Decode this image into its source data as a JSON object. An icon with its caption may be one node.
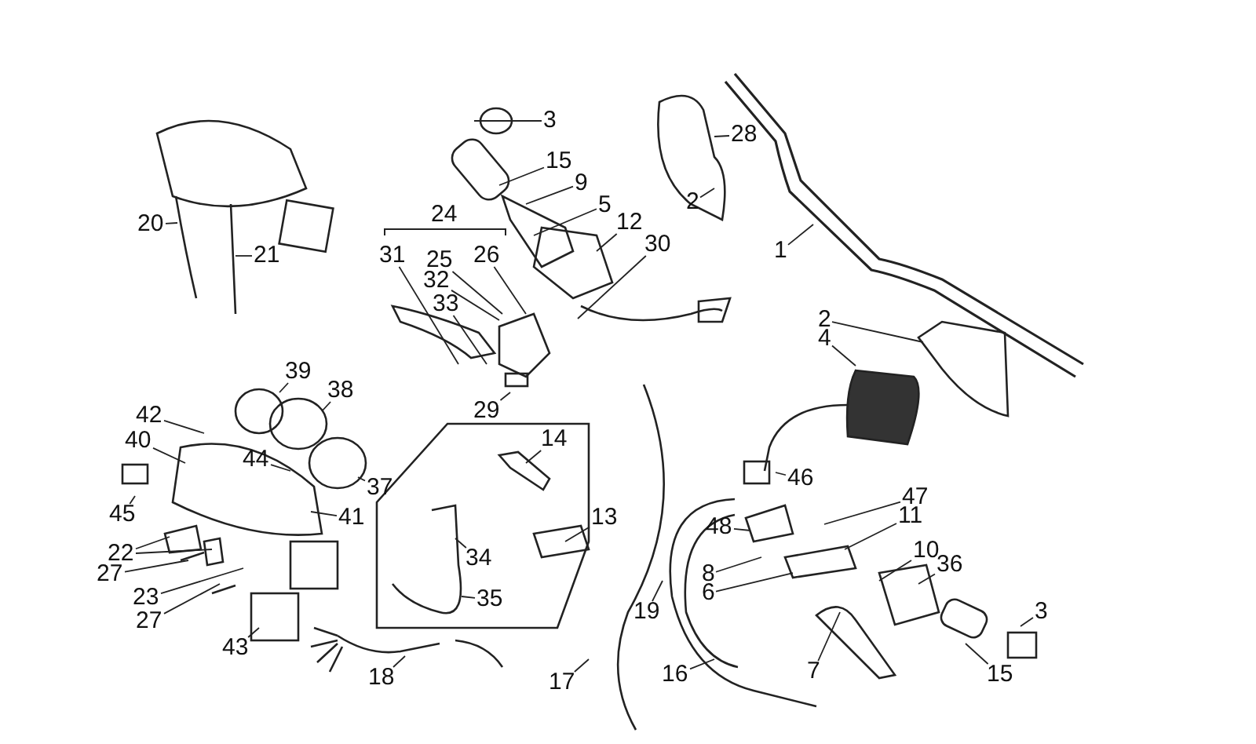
{
  "diagram": {
    "nodes": [
      {
        "text": [
          "3"
        ]
      },
      {
        "text": [
          "15"
        ]
      },
      {
        "text": [
          "9"
        ]
      },
      {
        "text": [
          "5"
        ]
      },
      {
        "text": [
          "12"
        ]
      },
      {
        "text": [
          "30"
        ]
      },
      {
        "text": [
          "24"
        ]
      },
      {
        "text": [
          "31"
        ]
      },
      {
        "text": [
          "25"
        ]
      },
      {
        "text": [
          "32"
        ]
      },
      {
        "text": [
          "33"
        ]
      },
      {
        "text": [
          "26"
        ]
      },
      {
        "text": [
          "29"
        ]
      },
      {
        "text": [
          "28"
        ]
      },
      {
        "text": [
          "2"
        ]
      },
      {
        "text": [
          "1"
        ]
      },
      {
        "text": [
          "2"
        ]
      },
      {
        "text": [
          "4"
        ]
      },
      {
        "text": [
          "20"
        ]
      },
      {
        "text": [
          "21"
        ]
      },
      {
        "text": [
          "39"
        ]
      },
      {
        "text": [
          "38"
        ]
      },
      {
        "text": [
          "42"
        ]
      },
      {
        "text": [
          "40"
        ]
      },
      {
        "text": [
          "44"
        ]
      },
      {
        "text": [
          "37"
        ]
      },
      {
        "text": [
          "41"
        ]
      },
      {
        "text": [
          "45"
        ]
      },
      {
        "text": [
          "22"
        ]
      },
      {
        "text": [
          "27"
        ]
      },
      {
        "text": [
          "23"
        ]
      },
      {
        "text": [
          "27"
        ]
      },
      {
        "text": [
          "43"
        ]
      },
      {
        "text": [
          "14"
        ]
      },
      {
        "text": [
          "13"
        ]
      },
      {
        "text": [
          "34"
        ]
      },
      {
        "text": [
          "35"
        ]
      },
      {
        "text": [
          "18"
        ]
      },
      {
        "text": [
          "17"
        ]
      },
      {
        "text": [
          "19"
        ]
      },
      {
        "text": [
          "16"
        ]
      },
      {
        "text": [
          "46"
        ]
      },
      {
        "text": [
          "47"
        ]
      },
      {
        "text": [
          "11"
        ]
      },
      {
        "text": [
          "48"
        ]
      },
      {
        "text": [
          "8"
        ]
      },
      {
        "text": [
          "6"
        ]
      },
      {
        "text": [
          "10"
        ]
      },
      {
        "text": [
          "36"
        ]
      },
      {
        "text": [
          "7"
        ]
      },
      {
        "text": [
          "15"
        ]
      },
      {
        "text": [
          "3"
        ]
      }
    ],
    "edges": [
      {
        "from": 0,
        "to": null,
        "arrow": "none"
      },
      {
        "from": 1,
        "to": null,
        "arrow": "none"
      },
      {
        "from": 2,
        "to": null,
        "arrow": "none"
      },
      {
        "from": 3,
        "to": null,
        "arrow": "none"
      },
      {
        "from": 4,
        "to": null,
        "arrow": "none"
      },
      {
        "from": 5,
        "to": null,
        "arrow": "none"
      },
      {
        "from": 7,
        "to": null,
        "arrow": "none"
      },
      {
        "from": 8,
        "to": null,
        "arrow": "none"
      },
      {
        "from": 9,
        "to": null,
        "arrow": "none"
      },
      {
        "from": 10,
        "to": null,
        "arrow": "none"
      },
      {
        "from": 11,
        "to": null,
        "arrow": "none"
      },
      {
        "from": 12,
        "to": null,
        "arrow": "none"
      },
      {
        "from": 13,
        "to": null,
        "arrow": "none"
      },
      {
        "from": 14,
        "to": null,
        "arrow": "none"
      },
      {
        "from": 15,
        "to": null,
        "arrow": "none"
      },
      {
        "from": 16,
        "to": null,
        "arrow": "none"
      },
      {
        "from": 17,
        "to": null,
        "arrow": "none"
      },
      {
        "from": 18,
        "to": null,
        "arrow": "none"
      },
      {
        "from": 19,
        "to": null,
        "arrow": "none"
      },
      {
        "from": 20,
        "to": null,
        "arrow": "none"
      },
      {
        "from": 21,
        "to": null,
        "arrow": "none"
      },
      {
        "from": 22,
        "to": null,
        "arrow": "none"
      },
      {
        "from": 23,
        "to": null,
        "arrow": "none"
      },
      {
        "from": 24,
        "to": null,
        "arrow": "none"
      },
      {
        "from": 25,
        "to": null,
        "arrow": "none"
      },
      {
        "from": 26,
        "to": null,
        "arrow": "none"
      },
      {
        "from": 27,
        "to": null,
        "arrow": "none"
      },
      {
        "from": 28,
        "to": null,
        "arrow": "none"
      },
      {
        "from": 28,
        "to": null,
        "arrow": "none"
      },
      {
        "from": 29,
        "to": null,
        "arrow": "none"
      },
      {
        "from": 30,
        "to": null,
        "arrow": "none"
      },
      {
        "from": 31,
        "to": null,
        "arrow": "none"
      },
      {
        "from": 32,
        "to": null,
        "arrow": "none"
      },
      {
        "from": 33,
        "to": null,
        "arrow": "none"
      },
      {
        "from": 34,
        "to": null,
        "arrow": "none"
      },
      {
        "from": 35,
        "to": null,
        "arrow": "none"
      },
      {
        "from": 36,
        "to": null,
        "arrow": "none"
      },
      {
        "from": 37,
        "to": null,
        "arrow": "none"
      },
      {
        "from": 38,
        "to": null,
        "arrow": "none"
      },
      {
        "from": 39,
        "to": null,
        "arrow": "none"
      },
      {
        "from": 40,
        "to": null,
        "arrow": "none"
      },
      {
        "from": 41,
        "to": null,
        "arrow": "none"
      },
      {
        "from": 42,
        "to": null,
        "arrow": "none"
      },
      {
        "from": 43,
        "to": null,
        "arrow": "none"
      },
      {
        "from": 44,
        "to": null,
        "arrow": "none"
      },
      {
        "from": 45,
        "to": null,
        "arrow": "none"
      },
      {
        "from": 46,
        "to": null,
        "arrow": "none"
      },
      {
        "from": 47,
        "to": null,
        "arrow": "none"
      },
      {
        "from": 48,
        "to": null,
        "arrow": "none"
      },
      {
        "from": 49,
        "to": null,
        "arrow": "none"
      },
      {
        "from": 50,
        "to": null,
        "arrow": "none"
      },
      {
        "from": 51,
        "to": null,
        "arrow": "none"
      }
    ]
  }
}
